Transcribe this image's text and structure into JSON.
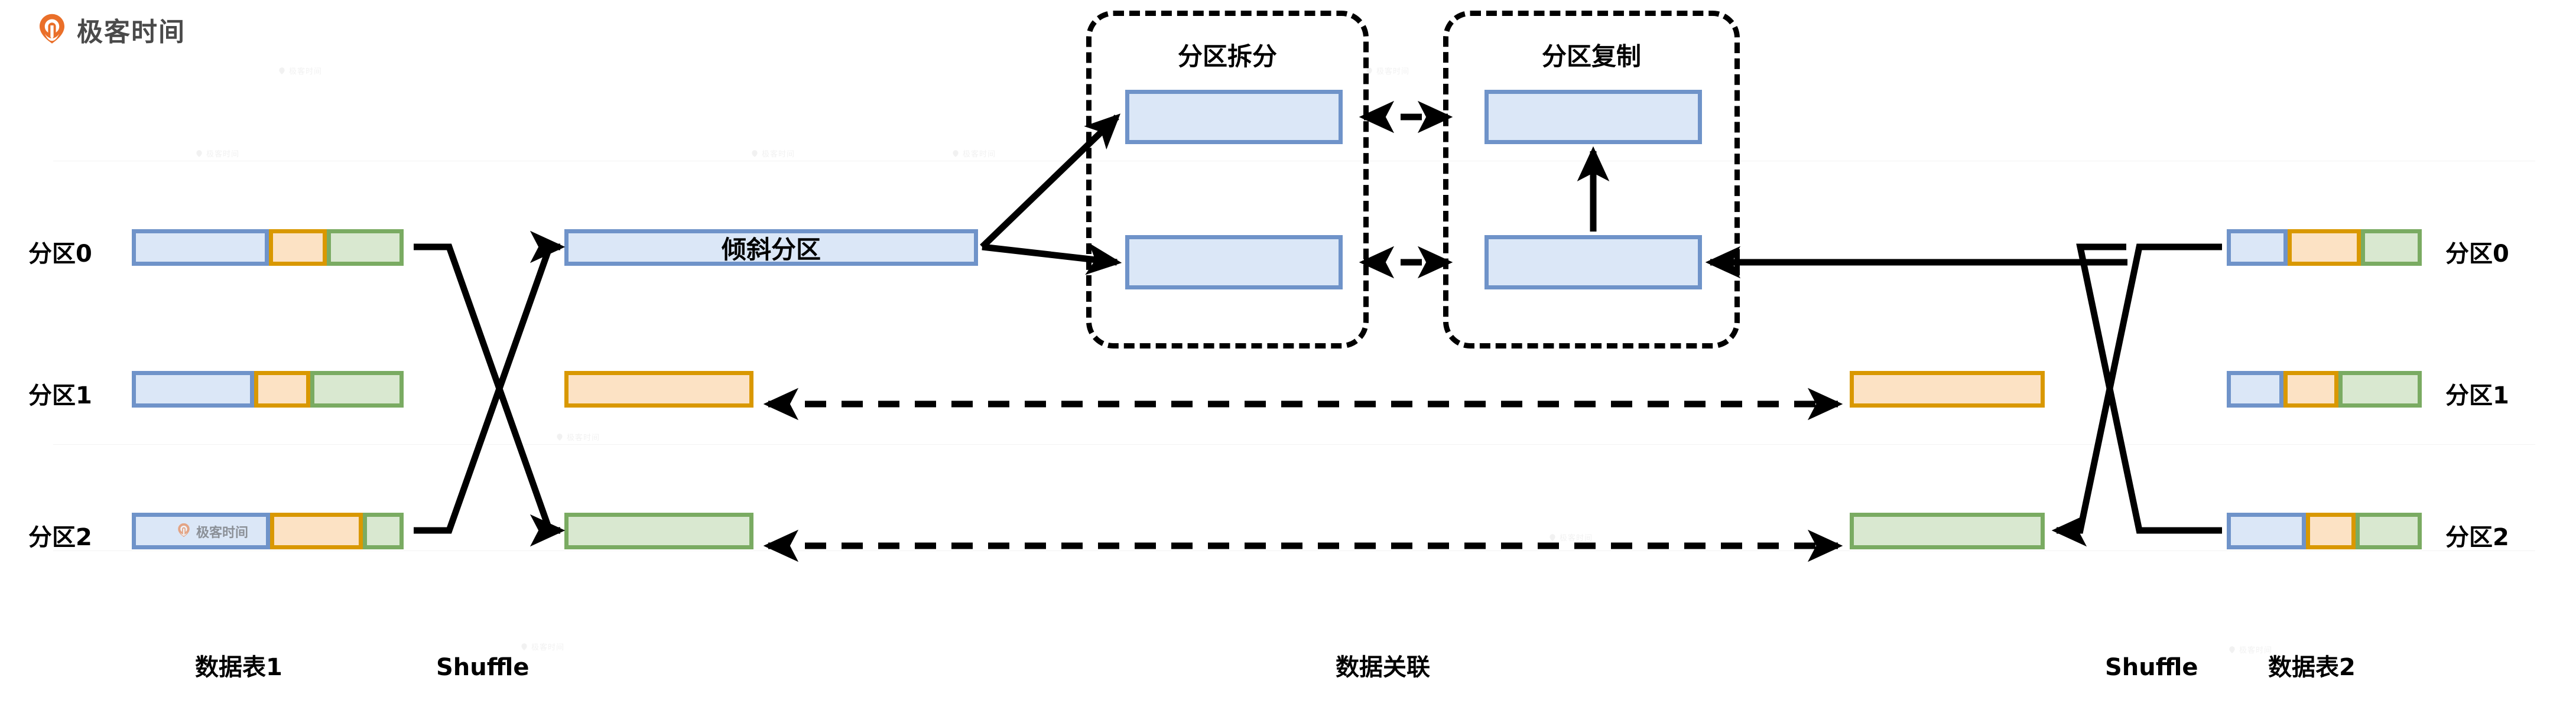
{
  "brand": {
    "name": "极客时间",
    "icon": "location-pin-icon",
    "accent": "#ea6f29",
    "wordmark_color": "#4a4a4a"
  },
  "watermark": {
    "text": "极客时间",
    "icon": "location-pin-icon"
  },
  "palette": {
    "blue_fill": "#dbe7f7",
    "blue_stroke": "#6f93c9",
    "orange_fill": "#fce2c4",
    "orange_stroke": "#d99800",
    "green_fill": "#d9e8d0",
    "green_stroke": "#7aab62",
    "line": "#000000"
  },
  "left_table": {
    "caption": "数据表1",
    "partitions": [
      {
        "label": "分区0",
        "segments": [
          {
            "color": "blue",
            "weight": 240
          },
          {
            "color": "orange",
            "weight": 92
          },
          {
            "color": "green",
            "weight": 128
          }
        ]
      },
      {
        "label": "分区1",
        "segments": [
          {
            "color": "blue",
            "weight": 212
          },
          {
            "color": "orange",
            "weight": 90
          },
          {
            "color": "green",
            "weight": 158
          }
        ]
      },
      {
        "label": "分区2",
        "segments": [
          {
            "color": "blue",
            "weight": 242
          },
          {
            "color": "orange",
            "weight": 158
          },
          {
            "color": "green",
            "weight": 60
          }
        ]
      }
    ]
  },
  "right_table": {
    "caption": "数据表2",
    "partitions": [
      {
        "label": "分区0",
        "segments": [
          {
            "color": "blue",
            "weight": 100
          },
          {
            "color": "orange",
            "weight": 124
          },
          {
            "color": "green",
            "weight": 100
          }
        ]
      },
      {
        "label": "分区1",
        "segments": [
          {
            "color": "blue",
            "weight": 80
          },
          {
            "color": "orange",
            "weight": 78
          },
          {
            "color": "green",
            "weight": 124
          }
        ]
      },
      {
        "label": "分区2",
        "segments": [
          {
            "color": "blue",
            "weight": 120
          },
          {
            "color": "orange",
            "weight": 70
          },
          {
            "color": "green",
            "weight": 98
          }
        ]
      }
    ]
  },
  "shuffle": {
    "left_caption": "Shuffle",
    "right_caption": "Shuffle"
  },
  "join": {
    "caption": "数据关联"
  },
  "left_stage": {
    "skewed_partition_label": "倾斜分区",
    "orange_partition_label": "",
    "green_partition_label": ""
  },
  "groups": [
    {
      "id": "split",
      "title": "分区拆分",
      "boxes": [
        {
          "label": ""
        },
        {
          "label": ""
        }
      ]
    },
    {
      "id": "replicate",
      "title": "分区复制",
      "boxes": [
        {
          "label": ""
        },
        {
          "label": ""
        }
      ]
    }
  ]
}
